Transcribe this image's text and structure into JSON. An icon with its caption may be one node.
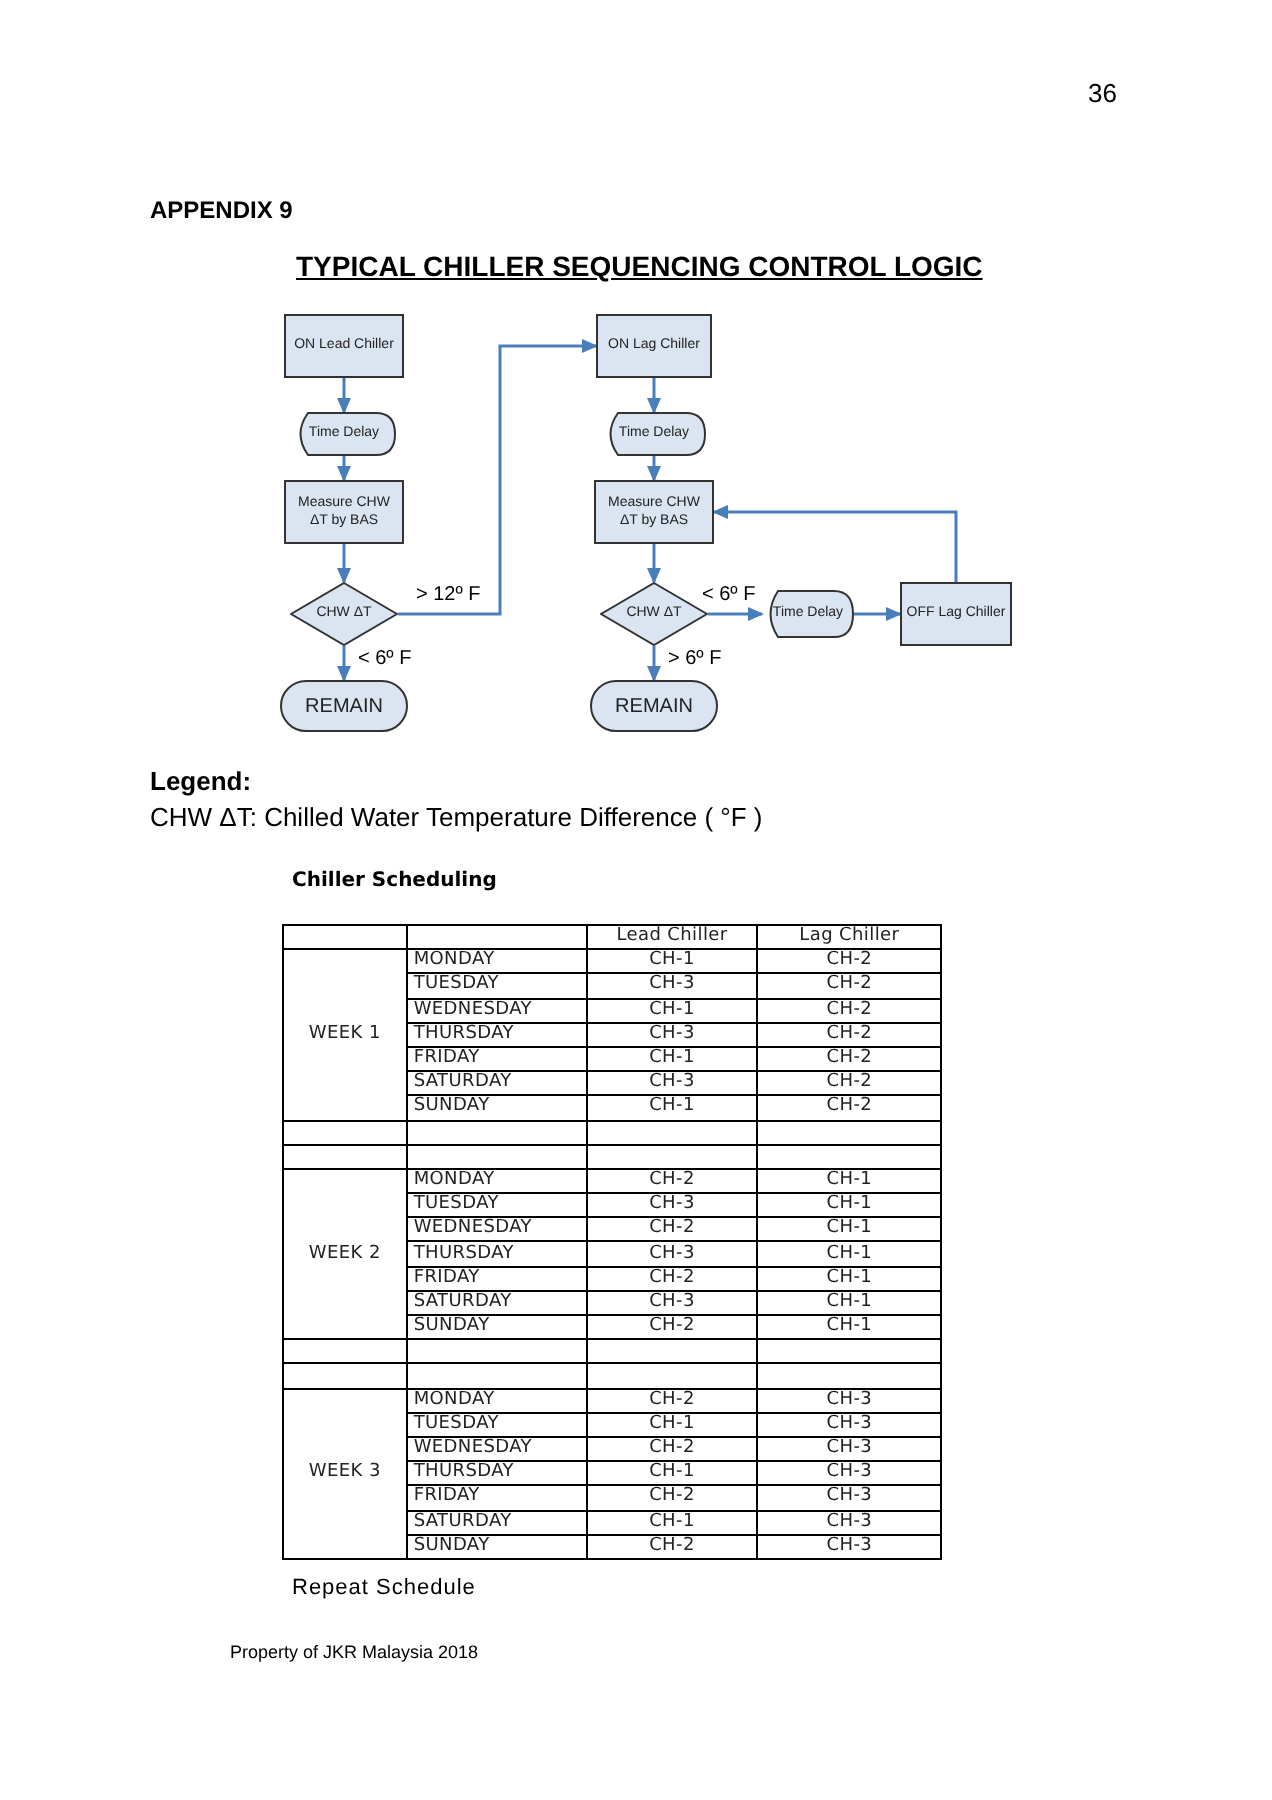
{
  "diagram": {
    "title": "TYPICAL CHILLER SEQUENCING CONTROL LOGIC",
    "nodes": [
      {
        "text": [
          "ON Lead Chiller"
        ]
      },
      {
        "text": [
          "Time Delay"
        ]
      },
      {
        "text": [
          "Measure CHW ΔT by BAS"
        ]
      },
      {
        "text": [
          "CHW ΔT"
        ]
      },
      {
        "text": [
          "REMAIN"
        ]
      },
      {
        "text": [
          "ON Lag Chiller"
        ]
      },
      {
        "text": [
          "Time Delay"
        ]
      },
      {
        "text": [
          "Measure CHW ΔT by BAS"
        ]
      },
      {
        "text": [
          "CHW ΔT"
        ]
      },
      {
        "text": [
          "REMAIN"
        ]
      },
      {
        "text": [
          "Time Delay"
        ]
      },
      {
        "text": [
          "OFF Lag Chiller"
        ]
      }
    ],
    "edges": [
      {
        "from": 0,
        "to": 1,
        "arrow": "to"
      },
      {
        "from": 1,
        "to": 2,
        "arrow": "to"
      },
      {
        "from": 2,
        "to": 3,
        "arrow": "to"
      },
      {
        "from": 3,
        "to": 4,
        "arrow": "to",
        "label": "< 6º F"
      },
      {
        "from": 3,
        "to": 5,
        "arrow": "to",
        "label": "> 12º F"
      },
      {
        "from": 5,
        "to": 6,
        "arrow": "to"
      },
      {
        "from": 6,
        "to": 7,
        "arrow": "to"
      },
      {
        "from": 7,
        "to": 8,
        "arrow": "to"
      },
      {
        "from": 8,
        "to": 9,
        "arrow": "to",
        "label": "> 6º F"
      },
      {
        "from": 8,
        "to": 10,
        "arrow": "to",
        "label": "< 6º F"
      },
      {
        "from": 10,
        "to": 11,
        "arrow": "to"
      },
      {
        "from": 11,
        "to": 7,
        "arrow": "to"
      }
    ],
    "labels": [
      "36",
      "APPENDIX 9",
      "Legend:",
      "CHW ΔT: Chilled Water Temperature Difference ( °F )",
      "Chiller Scheduling",
      "Lead Chiller",
      "Lag Chiller",
      "WEEK 1",
      "MONDAY",
      "CH-1",
      "CH-2",
      "TUESDAY",
      "CH-3",
      "CH-2",
      "WEDNESDAY",
      "CH-1",
      "CH-2",
      "THURSDAY",
      "CH-3",
      "CH-2",
      "FRIDAY",
      "CH-1",
      "CH-2",
      "SATURDAY",
      "CH-3",
      "CH-2",
      "SUNDAY",
      "CH-1",
      "CH-2",
      "WEEK 2",
      "MONDAY",
      "CH-2",
      "CH-1",
      "TUESDAY",
      "CH-3",
      "CH-1",
      "WEDNESDAY",
      "CH-2",
      "CH-1",
      "THURSDAY",
      "CH-3",
      "CH-1",
      "FRIDAY",
      "CH-2",
      "CH-1",
      "SATURDAY",
      "CH-3",
      "CH-1",
      "SUNDAY",
      "CH-2",
      "CH-1",
      "WEEK 3",
      "MONDAY",
      "CH-2",
      "CH-3",
      "TUESDAY",
      "CH-1",
      "CH-3",
      "WEDNESDAY",
      "CH-2",
      "CH-3",
      "THURSDAY",
      "CH-1",
      "CH-3",
      "FRIDAY",
      "CH-2",
      "CH-3",
      "SATURDAY",
      "CH-1",
      "CH-3",
      "SUNDAY",
      "CH-2",
      "CH-3",
      "Repeat Schedule",
      "Property of JKR Malaysia 2018"
    ]
  }
}
